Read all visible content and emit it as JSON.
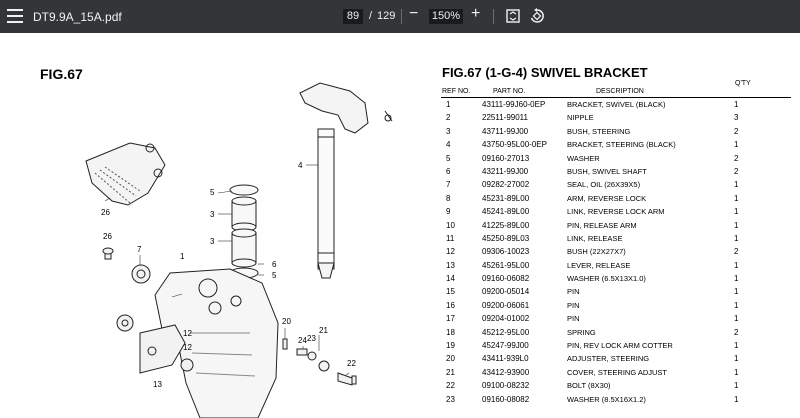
{
  "toolbar": {
    "filename": "DT9.9A_15A.pdf",
    "current_page": "89",
    "page_separator": "/",
    "total_pages": "129",
    "zoom": "150%",
    "minus": "−",
    "plus": "+"
  },
  "page": {
    "fig_left": "FIG.67",
    "fig_title": "FIG.67 (1-G-4) SWIVEL BRACKET",
    "headers": {
      "ref": "REF NO.",
      "part": "PART NO.",
      "desc": "DESCRIPTION",
      "qty": "Q'TY"
    },
    "rows": [
      {
        "ref": "1",
        "part": "43111-99J60-0EP",
        "desc": "BRACKET, SWIVEL (BLACK)",
        "qty": "1"
      },
      {
        "ref": "2",
        "part": "22511-99011",
        "desc": "NIPPLE",
        "qty": "3"
      },
      {
        "ref": "3",
        "part": "43711-99J00",
        "desc": "BUSH, STEERING",
        "qty": "2"
      },
      {
        "ref": "4",
        "part": "43750-95L00-0EP",
        "desc": "BRACKET, STEERING (BLACK)",
        "qty": "1"
      },
      {
        "ref": "5",
        "part": "09160-27013",
        "desc": "WASHER",
        "qty": "2"
      },
      {
        "ref": "6",
        "part": "43211-99J00",
        "desc": "BUSH, SWIVEL SHAFT",
        "qty": "2"
      },
      {
        "ref": "7",
        "part": "09282-27002",
        "desc": "SEAL, OIL (26X39X5)",
        "qty": "1"
      },
      {
        "ref": "8",
        "part": "45231-89L00",
        "desc": "ARM, REVERSE LOCK",
        "qty": "1"
      },
      {
        "ref": "9",
        "part": "45241-89L00",
        "desc": "LINK, REVERSE LOCK ARM",
        "qty": "1"
      },
      {
        "ref": "10",
        "part": "41225-89L00",
        "desc": "PIN, RELEASE ARM",
        "qty": "1"
      },
      {
        "ref": "11",
        "part": "45250-89L03",
        "desc": "LINK, RELEASE",
        "qty": "1"
      },
      {
        "ref": "12",
        "part": "09306-10023",
        "desc": "BUSH (22X27X7)",
        "qty": "2"
      },
      {
        "ref": "13",
        "part": "45261-95L00",
        "desc": "LEVER, RELEASE",
        "qty": "1"
      },
      {
        "ref": "14",
        "part": "09160-06082",
        "desc": "WASHER (6.5X13X1.0)",
        "qty": "1"
      },
      {
        "ref": "15",
        "part": "09200-05014",
        "desc": "PIN",
        "qty": "1"
      },
      {
        "ref": "16",
        "part": "09200-06061",
        "desc": "PIN",
        "qty": "1"
      },
      {
        "ref": "17",
        "part": "09204-01002",
        "desc": "PIN",
        "qty": "1"
      },
      {
        "ref": "18",
        "part": "45212-95L00",
        "desc": "SPRING",
        "qty": "2"
      },
      {
        "ref": "19",
        "part": "45247-99J00",
        "desc": "PIN, REV LOCK ARM COTTER",
        "qty": "1"
      },
      {
        "ref": "20",
        "part": "43411-939L0",
        "desc": "ADJUSTER, STEERING",
        "qty": "1"
      },
      {
        "ref": "21",
        "part": "43412-93900",
        "desc": "COVER, STEERING ADJUST",
        "qty": "1"
      },
      {
        "ref": "22",
        "part": "09100-08232",
        "desc": "BOLT (8X30)",
        "qty": "1"
      },
      {
        "ref": "23",
        "part": "09160-08082",
        "desc": "WASHER (8.5X16X1.2)",
        "qty": "1"
      }
    ],
    "callouts": {
      "c26a": "26",
      "c5a": "5",
      "c3a": "3",
      "c3b": "3",
      "c4": "4",
      "c26b": "26",
      "c7": "7",
      "c1": "1",
      "c6": "6",
      "c5b": "5",
      "c12a": "12",
      "c12b": "12",
      "c13": "13",
      "c20": "20",
      "c24": "24",
      "c23": "23",
      "c21": "21",
      "c22": "22"
    }
  }
}
